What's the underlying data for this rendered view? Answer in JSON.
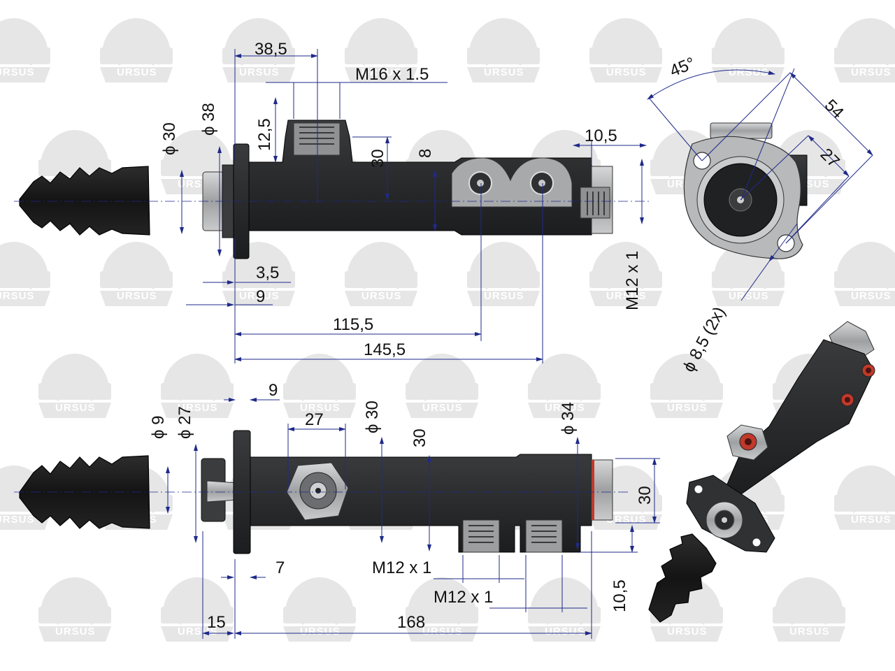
{
  "watermark": {
    "text": "URSUS",
    "color": "#e6e6e6"
  },
  "colors": {
    "dim_line": "#1f2a8a",
    "body": "#2b2c2e",
    "boot": "#151515",
    "metal": "#a9abad",
    "red_seal": "#c0392b",
    "text": "#111111"
  },
  "top_view": {
    "d30": "ϕ 30",
    "d38": "ϕ 38",
    "w38_5": "38,5",
    "thread_m16": "M16 x 1.5",
    "h12_5": "12,5",
    "h30": "30",
    "h8": "8",
    "w10_5": "10,5",
    "thread_m12": "M12 x 1",
    "w3_5": "3,5",
    "w9": "9",
    "l115_5": "115,5",
    "l145_5": "145,5"
  },
  "end_view": {
    "angle": "45°",
    "d54": "54",
    "d27": "27",
    "holes": "ϕ 8,5 (2x)"
  },
  "bottom_view": {
    "d9": "ϕ 9",
    "d27": "ϕ 27",
    "w9": "9",
    "w27": "27",
    "d30": "ϕ 30",
    "h30": "30",
    "d34": "ϕ 34",
    "h30_right": "30",
    "w7": "7",
    "thread_a": "M12 x 1",
    "thread_b": "M12 x 1",
    "h10_5": "10,5",
    "w15": "15",
    "l168": "168"
  }
}
